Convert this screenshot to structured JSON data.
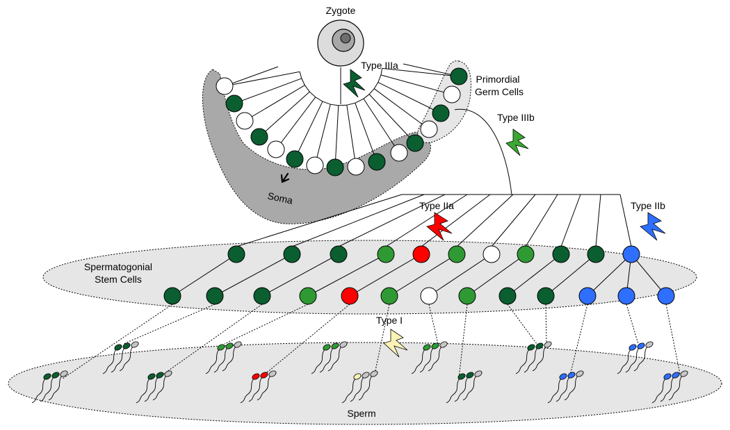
{
  "labels": {
    "zygote": "Zygote",
    "primordial_line1": "Primordial",
    "primordial_line2": "Germ Cells",
    "soma": "Soma",
    "type_IIIa": "Type IIIa",
    "type_IIIb": "Type IIIb",
    "type_IIa": "Type IIa",
    "type_IIb": "Type IIb",
    "type_I": "Type I",
    "ssc_line1": "Spermatogonial",
    "ssc_line2": "Stem Cells",
    "sperm": "Sperm"
  },
  "colors": {
    "dark_green": "#0b5e30",
    "green": "#2f9a33",
    "red": "#ff0000",
    "blue": "#2f6fff",
    "white": "#ffffff",
    "pale_yellow": "#fbf2b4",
    "grey_sperm": "#c6c6c6",
    "soma_fill": "#a9a9a9",
    "region_fill": "#e6e6e6",
    "bolt_dark_green": "#0b5e30",
    "bolt_green": "#3aa832",
    "bolt_red": "#ff0000",
    "bolt_blue": "#2f6fff",
    "bolt_yellow": "#fbf2b4"
  },
  "embryo_cells": [
    "white",
    "dark_green",
    "white",
    "dark_green",
    "white",
    "dark_green",
    "white",
    "dark_green",
    "white",
    "dark_green",
    "white",
    "dark_green",
    "white",
    "dark_green",
    "white",
    "dark_green",
    "white",
    "dark_green"
  ],
  "ssc_top_row": [
    "dark_green",
    "dark_green",
    "dark_green",
    "green",
    "red",
    "green",
    "white",
    "green",
    "dark_green",
    "dark_green",
    "blue"
  ],
  "ssc_bottom_row": [
    "dark_green",
    "dark_green",
    "dark_green",
    "green",
    "red",
    "green",
    "white",
    "green",
    "dark_green",
    "dark_green",
    "blue",
    "blue",
    "blue"
  ],
  "sperm_groups_top": [
    [
      "dark_green",
      "dark_green",
      "grey"
    ],
    [
      "green",
      "green",
      "grey"
    ],
    [
      "green",
      "green",
      "grey"
    ],
    [
      "green",
      "green",
      "grey"
    ],
    [
      "dark_green",
      "dark_green",
      "grey"
    ],
    [
      "blue",
      "blue",
      "grey"
    ]
  ],
  "sperm_groups_bottom": [
    [
      "dark_green",
      "dark_green",
      "grey"
    ],
    [
      "dark_green",
      "dark_green",
      "grey"
    ],
    [
      "red",
      "red",
      "grey"
    ],
    [
      "pale_yellow",
      "grey",
      "grey"
    ],
    [
      "dark_green",
      "dark_green",
      "grey"
    ],
    [
      "blue",
      "blue",
      "grey"
    ],
    [
      "blue",
      "blue",
      "grey"
    ]
  ]
}
